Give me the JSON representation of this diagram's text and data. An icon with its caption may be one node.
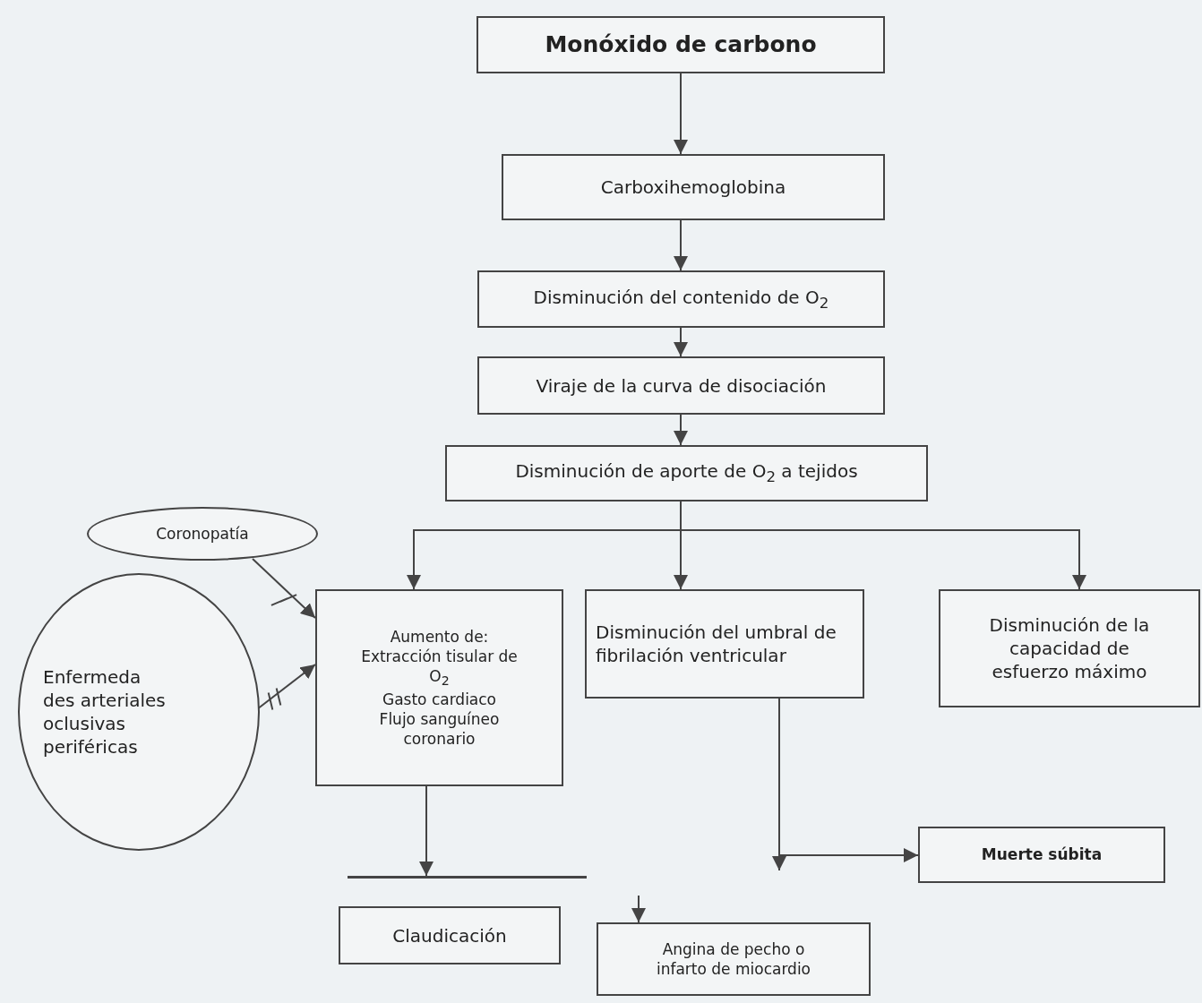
{
  "diagram": {
    "nodes": [
      {
        "text": [
          "Monóxido de carbono"
        ]
      },
      {
        "text": [
          "Carboxihemoglobina"
        ]
      },
      {
        "text": [
          "Disminución del contenido de O$_{2}$"
        ]
      },
      {
        "text": [
          "Viraje de la curva de disociación"
        ]
      },
      {
        "text": [
          "Disminución de aporte de O$_{2}$ a tejidos"
        ]
      },
      {
        "text": [
          "Coronopatía"
        ]
      },
      {
        "text": [
          "Enfermeda des arteriales oclusivas periféricas"
        ]
      },
      {
        "text": [
          "Aumento de:",
          "Extracción tisular de O$_{2}$",
          "Gasto cardiaco",
          "Flujo sanguíneo coronario"
        ]
      },
      {
        "text": [
          "Disminución del umbral de fibrilación ventricular"
        ]
      },
      {
        "text": [
          "Disminución de la capacidad de esfuerzo máximo"
        ]
      },
      {
        "text": [
          "Muerte súbita"
        ]
      },
      {
        "text": [],
        "shape": "bar"
      },
      {
        "text": [
          "Claudicación"
        ]
      },
      {
        "text": [
          "Angina de pecho o infarto de miocardio"
        ]
      }
    ],
    "edges": [
      {
        "from": 0,
        "to": 1,
        "arrow": "to"
      },
      {
        "from": 1,
        "to": 2,
        "arrow": "to"
      },
      {
        "from": 2,
        "to": 3,
        "arrow": "to"
      },
      {
        "from": 3,
        "to": 4,
        "arrow": "to"
      },
      {
        "from": 4,
        "to": 7,
        "arrow": "to"
      },
      {
        "from": 4,
        "to": 8,
        "arrow": "to"
      },
      {
        "from": 4,
        "to": 9,
        "arrow": "to"
      },
      {
        "from": 5,
        "to": 7,
        "arrow": "to"
      },
      {
        "from": 6,
        "to": 7,
        "arrow": "to"
      },
      {
        "from": 7,
        "to": 11,
        "arrow": "to"
      },
      {
        "from": 8,
        "to": 10,
        "arrow": "to"
      },
      {
        "from": 8,
        "to": null,
        "arrow": "to"
      },
      {
        "from": null,
        "to": 13,
        "arrow": "to"
      }
    ]
  }
}
